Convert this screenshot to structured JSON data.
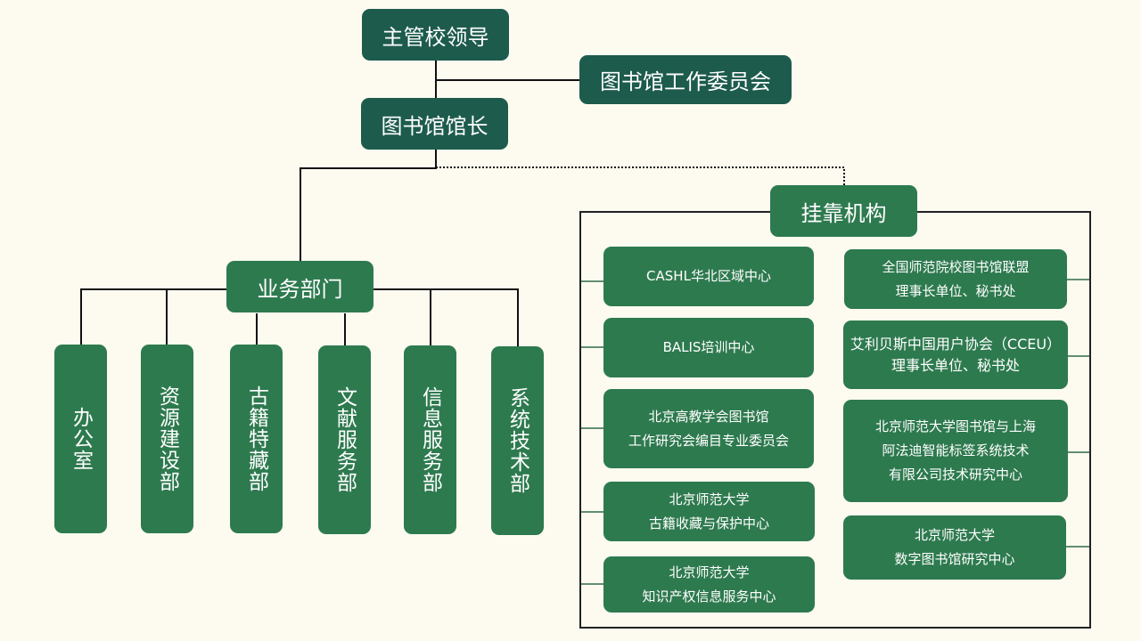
{
  "top_nodes": {
    "leader": "主管校领导",
    "committee": "图书馆工作委员会",
    "director": "图书馆馆长",
    "business": "业务部门",
    "affiliated": "挂靠机构"
  },
  "departments": [
    "办公室",
    "资源建设部",
    "古籍特藏部",
    "文献服务部",
    "信息服务部",
    "系统技术部"
  ],
  "affiliates_left": [
    {
      "lines": [
        "CASHL华北区域中心"
      ]
    },
    {
      "lines": [
        "BALIS培训中心"
      ]
    },
    {
      "lines": [
        "北京高教学会图书馆",
        "工作研究会编目专业委员会"
      ]
    },
    {
      "lines": [
        "北京师范大学",
        "古籍收藏与保护中心"
      ]
    },
    {
      "lines": [
        "北京师范大学",
        "知识产权信息服务中心"
      ]
    }
  ],
  "affiliates_right": [
    {
      "lines": [
        "全国师范院校图书馆联盟",
        "理事长单位、秘书处"
      ]
    },
    {
      "lines": [
        "艾利贝斯中国用户协会（CCEU）",
        "理事长单位、秘书处"
      ]
    },
    {
      "lines": [
        "北京师范大学图书馆与上海",
        "阿法迪智能标签系统技术",
        "有限公司技术研究中心"
      ]
    },
    {
      "lines": [
        "北京师范大学",
        "数字图书馆研究中心"
      ]
    }
  ],
  "colors": {
    "background": "#fdfbf0",
    "dark_node": "#1d5b4d",
    "green_node": "#2e7a4f",
    "line": "#111111"
  }
}
